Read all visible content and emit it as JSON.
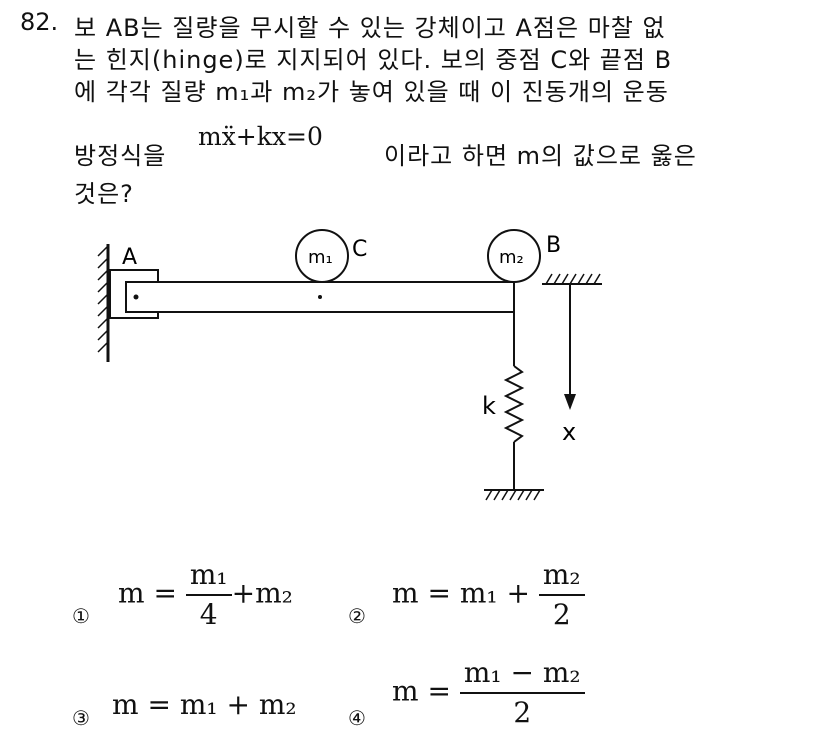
{
  "question": {
    "number": "82.",
    "lines": [
      "보 AB는 질량을 무시할 수 있는 강체이고 A점은 마찰 없",
      "는 힌지(hinge)로 지지되어 있다. 보의 중점 C와 끝점 B",
      "에 각각 질량 m₁과 m₂가 놓여 있을 때 이 진동개의 운동"
    ],
    "line4_prefix": "방정식을",
    "equation": "mẍ+kx=0",
    "line4_suffix": "이라고 하면 m의 값으로 옳은",
    "line5": "것은?"
  },
  "diagram": {
    "label_a": "A",
    "label_b": "B",
    "label_c": "C",
    "mass1": "m₁",
    "mass2": "m₂",
    "spring": "k",
    "disp": "x"
  },
  "choices": [
    {
      "marker": "①",
      "lhs": "m =",
      "num": "m₁",
      "den": "4",
      "rest": "+m₂"
    },
    {
      "marker": "②",
      "lhs": "m = m₁ +",
      "num": "m₂",
      "den": "2",
      "rest": ""
    },
    {
      "marker": "③",
      "text": "m = m₁ + m₂"
    },
    {
      "marker": "④",
      "lhs": "m =",
      "num": "m₁ − m₂",
      "den": "2",
      "rest": ""
    }
  ]
}
